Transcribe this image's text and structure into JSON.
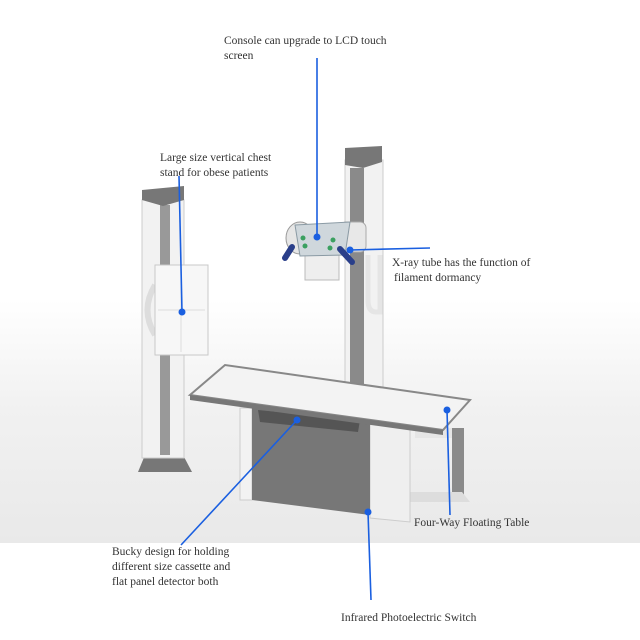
{
  "callouts": {
    "console": {
      "line1": "Console can upgrade to LCD touch",
      "line2": "screen"
    },
    "chest_stand": {
      "line1": "Large size vertical chest",
      "line2": "stand for obese patients"
    },
    "xray_tube": {
      "line1": "X-ray tube has the function of",
      "line2": "filament dormancy"
    },
    "table": {
      "line1": "Four-Way Floating Table"
    },
    "bucky": {
      "line1": "Bucky design for holding",
      "line2": "different size cassette and",
      "line3": "flat panel detector both"
    },
    "infrared": {
      "line1": "Infrared Photoelectric Switch"
    }
  },
  "colors": {
    "callout": "#1a5fe0",
    "frame_dark": "#6e6e6e",
    "body_light": "#eeeeee"
  }
}
